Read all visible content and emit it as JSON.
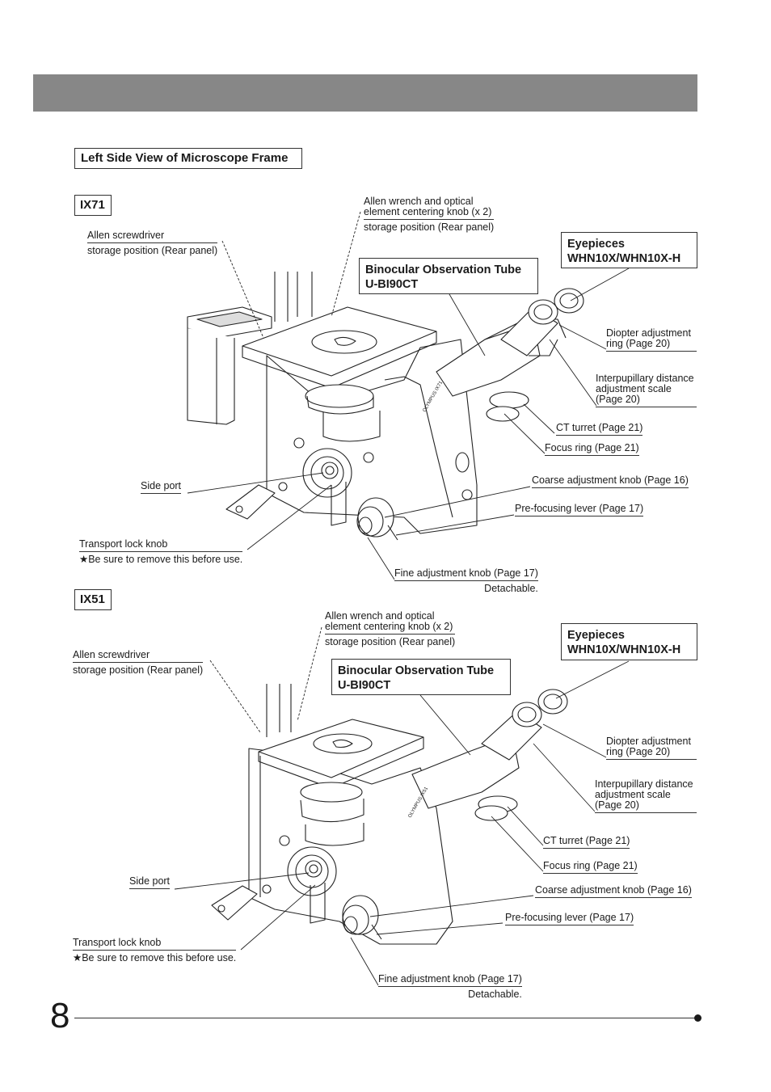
{
  "section_title": "Left Side View of Microscope Frame",
  "page_number": "8",
  "ix71": {
    "model": "IX71",
    "allen_screwdriver_1": "Allen screwdriver",
    "allen_screwdriver_2": "storage position (Rear panel)",
    "allen_wrench_1": "Allen wrench and optical",
    "allen_wrench_2": "element centering knob (x 2)",
    "allen_wrench_3": "storage position (Rear panel)",
    "eyepieces_1": "Eyepieces",
    "eyepieces_2": "WHN10X/WHN10X-H",
    "tube_1": "Binocular Observation Tube",
    "tube_2": "U-BI90CT",
    "diopter_1": "Diopter  adjustment",
    "diopter_2": "ring (Page 20)",
    "interpupillary_1": "Interpupillary distance",
    "interpupillary_2": "adjustment  scale",
    "interpupillary_3": "(Page 20)",
    "ct_turret": "CT turret (Page 21)",
    "focus_ring": "Focus ring (Page 21)",
    "coarse": "Coarse adjustment knob (Page 16)",
    "prefocus": "Pre-focusing lever (Page 17)",
    "fine": "Fine adjustment knob (Page 17)",
    "detachable": "Detachable.",
    "side_port": "Side port",
    "transport_1": "Transport lock knob",
    "transport_2": "★Be sure to remove this before use.",
    "brand": "OLYMPUS",
    "frame_label": "IX71"
  },
  "ix51": {
    "model": "IX51",
    "allen_screwdriver_1": "Allen screwdriver",
    "allen_screwdriver_2": "storage position (Rear panel)",
    "allen_wrench_1": "Allen wrench and optical",
    "allen_wrench_2": "element centering knob (x 2)",
    "allen_wrench_3": "storage position (Rear panel)",
    "eyepieces_1": "Eyepieces",
    "eyepieces_2": "WHN10X/WHN10X-H",
    "tube_1": "Binocular Observation Tube",
    "tube_2": "U-BI90CT",
    "diopter_1": "Diopter  adjustment",
    "diopter_2": "ring (Page 20)",
    "interpupillary_1": "Interpupillary distance",
    "interpupillary_2": "adjustment  scale",
    "interpupillary_3": "(Page 20)",
    "ct_turret": "CT turret (Page 21)",
    "focus_ring": "Focus ring (Page 21)",
    "coarse": "Coarse adjustment knob (Page 16)",
    "prefocus": "Pre-focusing lever (Page 17)",
    "fine": "Fine adjustment knob (Page 17)",
    "detachable": "Detachable.",
    "side_port": "Side port",
    "transport_1": "Transport lock knob",
    "transport_2": "★Be sure to remove this before use.",
    "brand": "OLYMPUS",
    "frame_label": "IX51"
  }
}
